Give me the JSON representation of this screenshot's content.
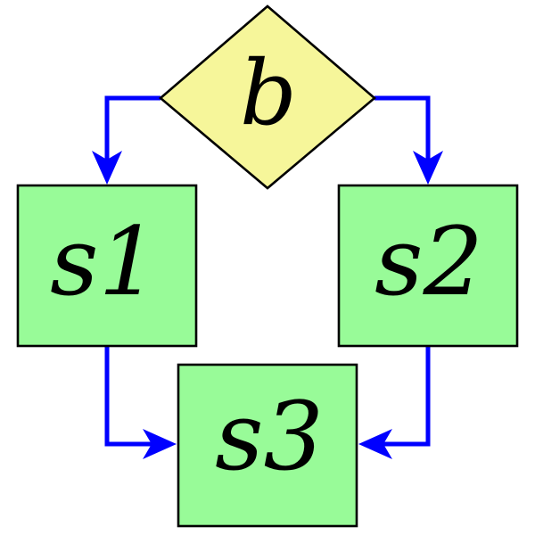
{
  "diagram": {
    "type": "flowchart",
    "nodes": {
      "b": {
        "label": "b",
        "shape": "diamond"
      },
      "s1": {
        "label": "s1",
        "shape": "rect"
      },
      "s2": {
        "label": "s2",
        "shape": "rect"
      },
      "s3": {
        "label": "s3",
        "shape": "rect"
      }
    },
    "edges": [
      {
        "from": "b",
        "to": "s1"
      },
      {
        "from": "b",
        "to": "s2"
      },
      {
        "from": "s1",
        "to": "s3"
      },
      {
        "from": "s2",
        "to": "s3"
      }
    ],
    "colors": {
      "decision_fill": "#f6f69a",
      "process_fill": "#98fb98",
      "edge": "#0000ff",
      "border": "#000000",
      "text": "#000000"
    }
  }
}
